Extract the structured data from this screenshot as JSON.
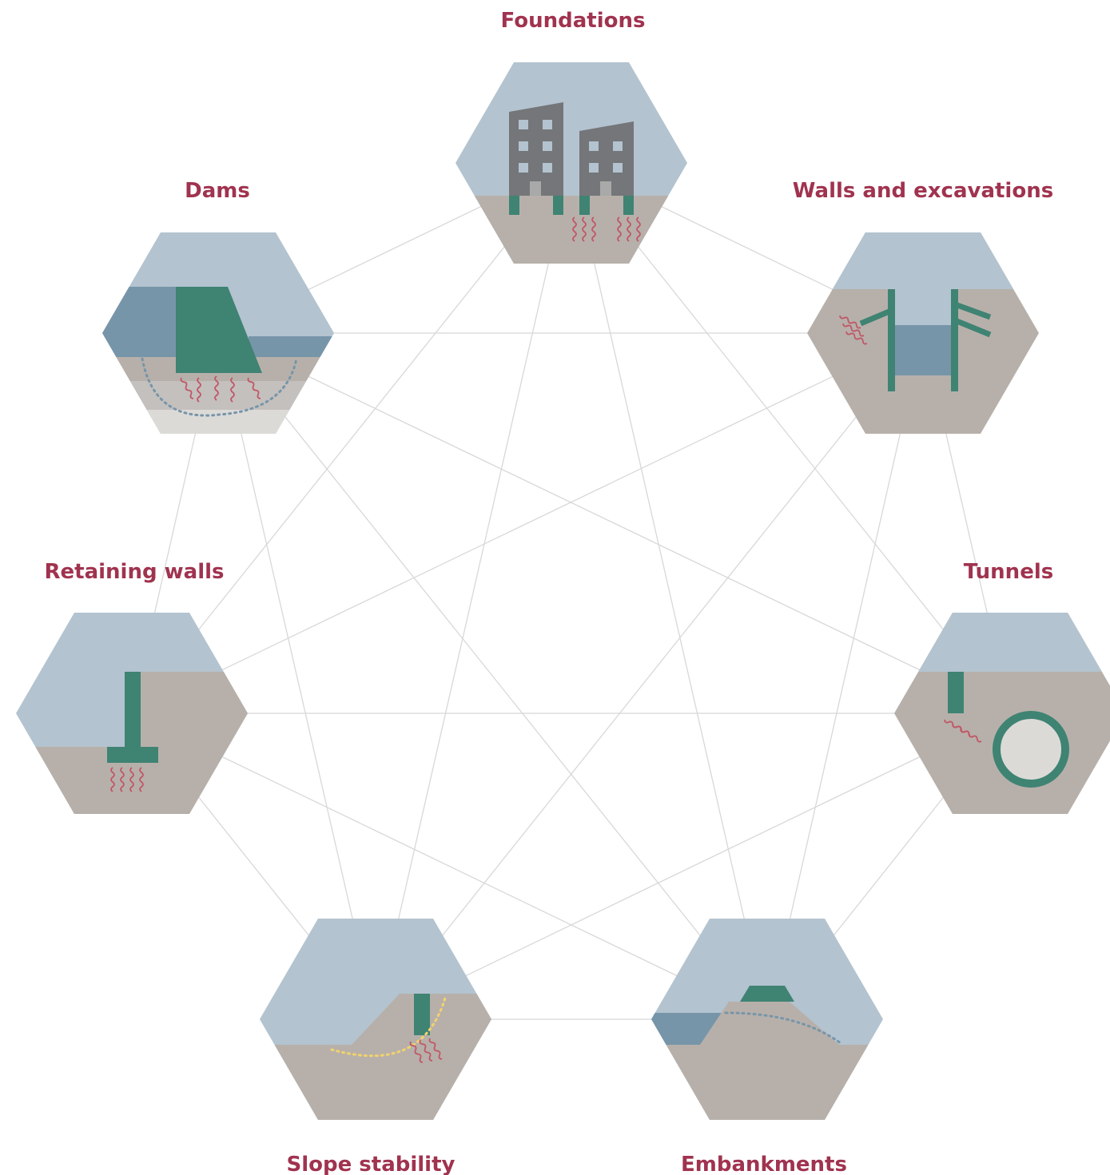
{
  "topics": [
    {
      "id": "foundations",
      "label": "Foundations"
    },
    {
      "id": "walls",
      "label": "Walls and excavations"
    },
    {
      "id": "tunnels",
      "label": "Tunnels"
    },
    {
      "id": "embankments",
      "label": "Embankments"
    },
    {
      "id": "slope",
      "label": "Slope stability"
    },
    {
      "id": "retaining",
      "label": "Retaining walls"
    },
    {
      "id": "dams",
      "label": "Dams"
    }
  ],
  "colors": {
    "sky": "#b3c3cf",
    "soil": "#b7b0aa",
    "water": "#7795a9",
    "structure": "#3f8373",
    "building": "#747679",
    "wave": "#c05868",
    "grid": "#d8d8d8",
    "label": "#a0334f"
  },
  "connections": "all-to-all"
}
